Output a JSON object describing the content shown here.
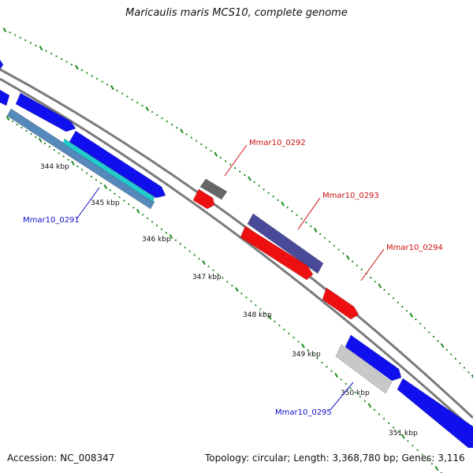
{
  "header": {
    "title": "Maricaulis maris MCS10, complete genome"
  },
  "footer": {
    "accession": "Accession: NC_008347",
    "summary": "Topology: circular; Length: 3,368,780 bp; Genes: 3,116"
  },
  "colors": {
    "backbone": "#7a7a7a",
    "tick_dots": "#1a8a1a",
    "forward_cds": "#1010ee",
    "reverse_cds": "#ee1010",
    "highlight_cds": "#4a4a9a",
    "pseudo_cds": "#666666",
    "light_cds": "#c8c8c8",
    "cyan_cds": "#22cccc",
    "steel_cds": "#5588bb",
    "label_forward": "#1010cc",
    "label_reverse": "#cc1010"
  },
  "scale_ticks": [
    {
      "label": "344 kbp",
      "kbp": 344
    },
    {
      "label": "345 kbp",
      "kbp": 345
    },
    {
      "label": "346 kbp",
      "kbp": 346
    },
    {
      "label": "347 kbp",
      "kbp": 347
    },
    {
      "label": "348 kbp",
      "kbp": 348
    },
    {
      "label": "349 kbp",
      "kbp": 349
    },
    {
      "label": "350 kbp",
      "kbp": 350
    },
    {
      "label": "351 kbp",
      "kbp": 351
    }
  ],
  "gene_labels": [
    {
      "id": "g0291",
      "text": "Mmar10_0291",
      "strand": "forward"
    },
    {
      "id": "g0292",
      "text": "Mmar10_0292",
      "strand": "reverse"
    },
    {
      "id": "g0293",
      "text": "Mmar10_0293",
      "strand": "reverse"
    },
    {
      "id": "g0294",
      "text": "Mmar10_0294",
      "strand": "reverse"
    },
    {
      "id": "g0295",
      "text": "Mmar10_0295",
      "strand": "forward"
    }
  ]
}
